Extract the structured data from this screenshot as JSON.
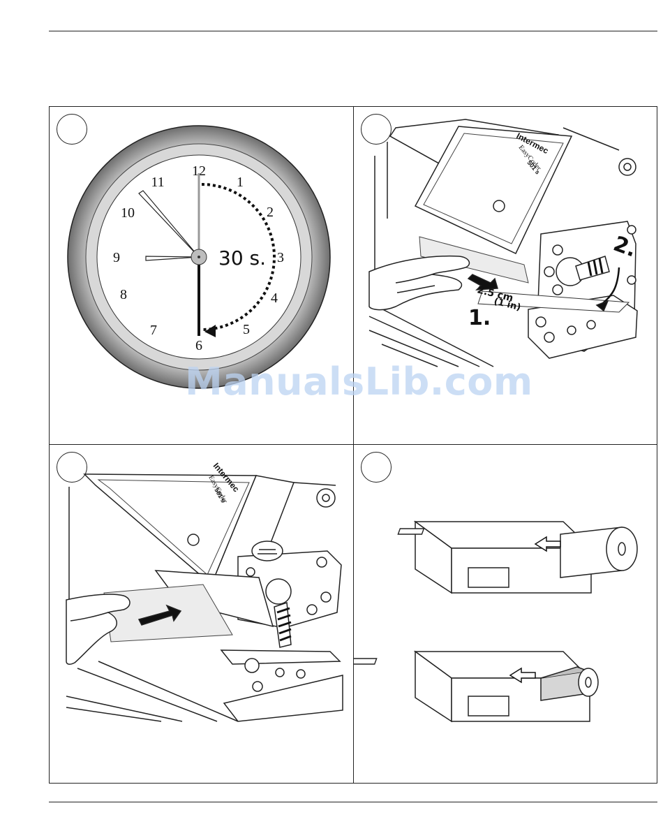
{
  "clock": {
    "numbers": [
      "12",
      "1",
      "2",
      "3",
      "4",
      "5",
      "6",
      "7",
      "8",
      "9",
      "10",
      "11"
    ],
    "duration_label": "30 s."
  },
  "panel2": {
    "brand": "Intermec",
    "model_line1": "EasyCoder",
    "model_line2": "501 s",
    "measure_cm": "2.5 cm",
    "measure_in": "(1 in)",
    "step1": "1.",
    "step2": "2."
  },
  "panel3": {
    "brand": "Intermec",
    "model_line1": "EasyCoder",
    "model_line2": "501 s"
  },
  "watermark": "ManualsLib.com"
}
